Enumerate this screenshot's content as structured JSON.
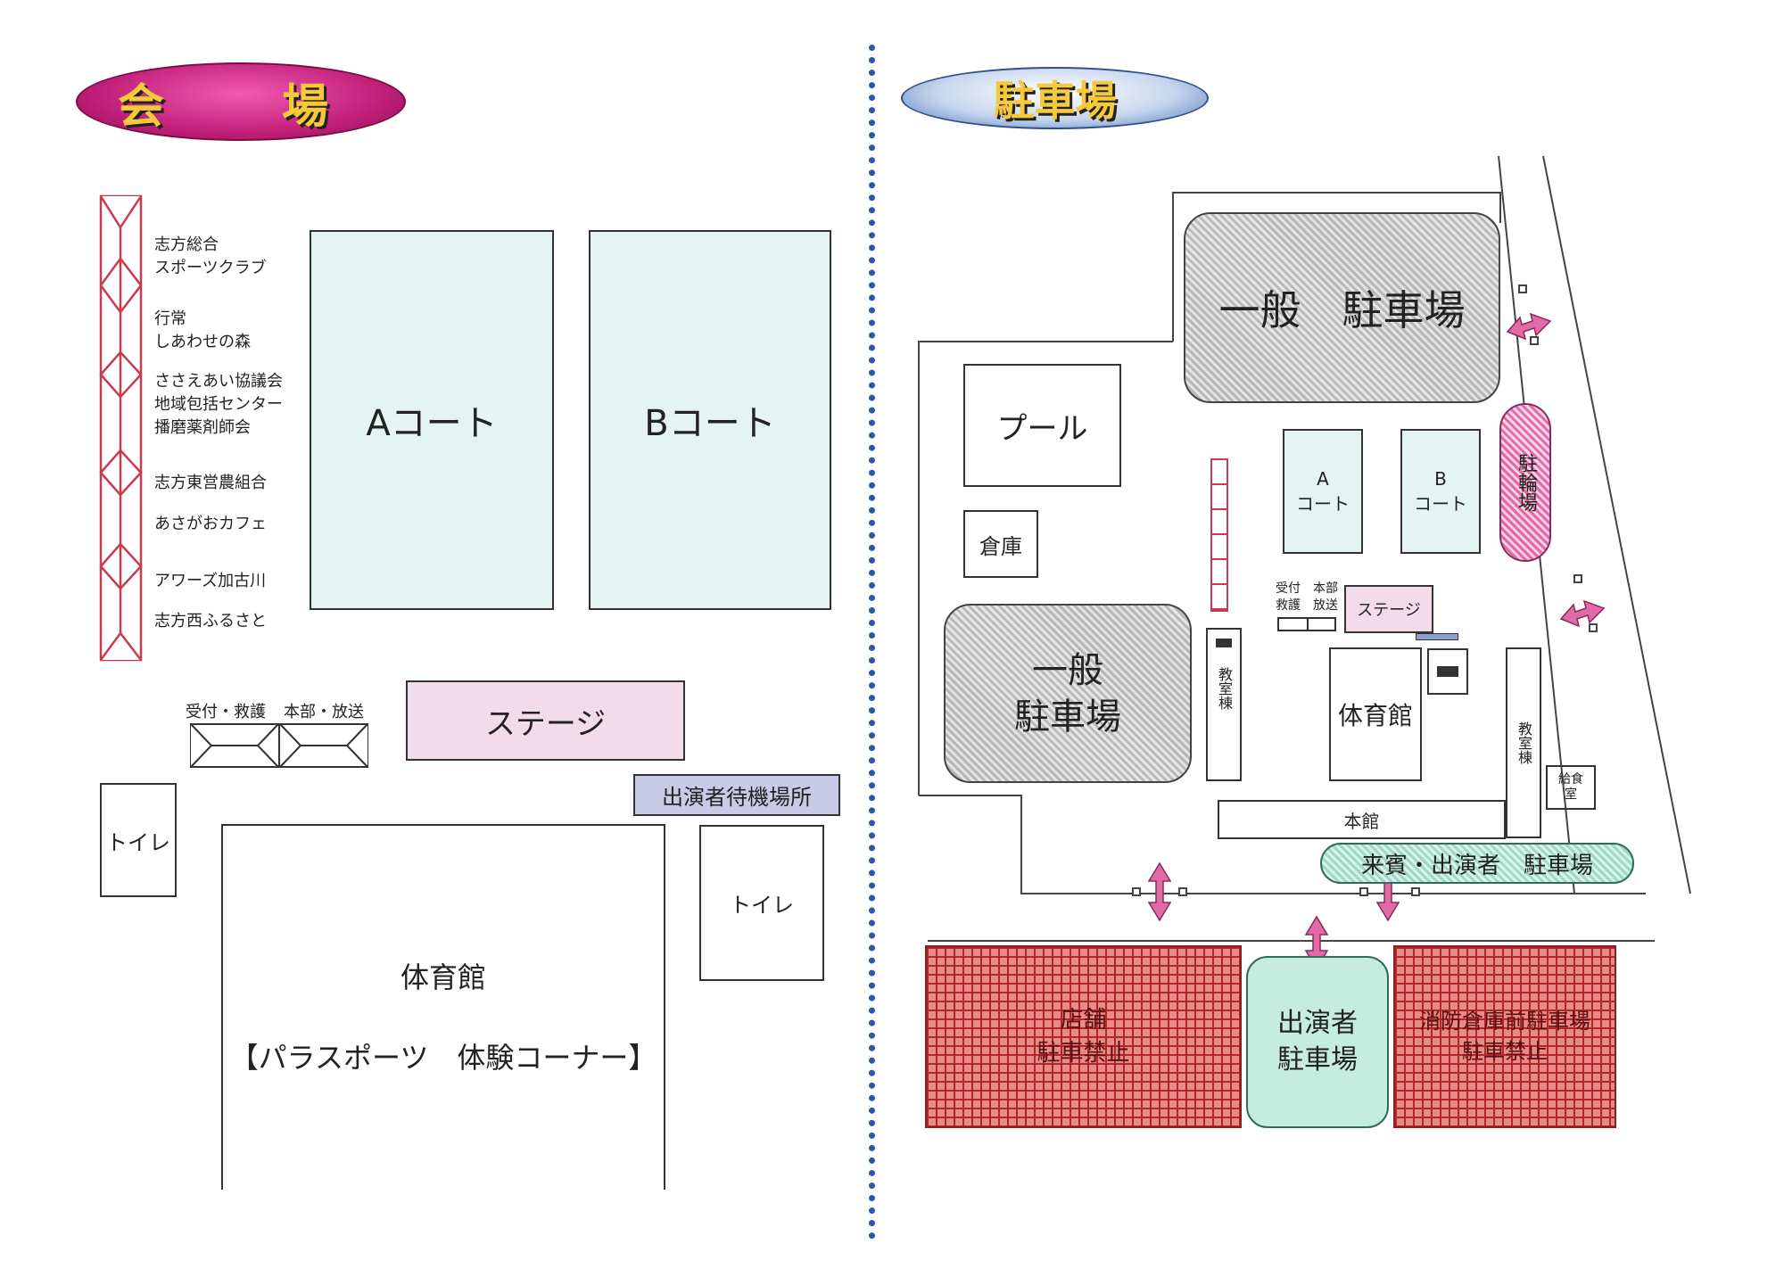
{
  "venue": {
    "title": "会　場",
    "booths": [
      "志方総合\nスポーツクラブ",
      "行常\nしあわせの森",
      "ささえあい協議会\n地域包括センター\n播磨薬剤師会",
      "志方東営農組合",
      "あさがおカフェ",
      "アワーズ加古川",
      "志方西ふるさと"
    ],
    "court_a": "Aコート",
    "court_b": "Bコート",
    "stage": "ステージ",
    "reception_label": "受付・救護",
    "hq_label": "本部・放送",
    "waiting_area": "出演者待機場所",
    "toilet_left": "トイレ",
    "toilet_right": "トイレ",
    "gym": "体育館",
    "gym_sub": "【パラスポーツ　体験コーナー】"
  },
  "parking": {
    "title": "駐車場",
    "general_lot_top": "一般　駐車場",
    "general_lot_left": "一般\n駐車場",
    "pool": "プール",
    "storage": "倉庫",
    "court_a": "A\nコート",
    "court_b": "B\nコート",
    "bicycle_lot": "駐輪場",
    "reception_labels": "受付　本部\n救護　放送",
    "stage": "ステージ",
    "classroom_left": "教室棟",
    "classroom_right": "教室棟",
    "gym": "体育館",
    "main_building": "本館",
    "kitchen": "給食\n室",
    "guest_lot": "来賓・出演者　駐車場",
    "performer_lot": "出演者\n駐車場",
    "no_parking_shop": "店舗\n駐車禁止",
    "no_parking_fire": "消防倉庫前駐車場\n駐車禁止"
  },
  "colors": {
    "venue_title": "#c2207a",
    "parking_title": "#4b74b8",
    "court": "#e4f4f2",
    "stage": "#f2dcea",
    "waiting": "#c9c9e8",
    "red_lot": "#c83c3c",
    "green_lot": "#c6ece0",
    "gray_lot": "#b8b8b8",
    "arrow": "#e26aa8"
  }
}
